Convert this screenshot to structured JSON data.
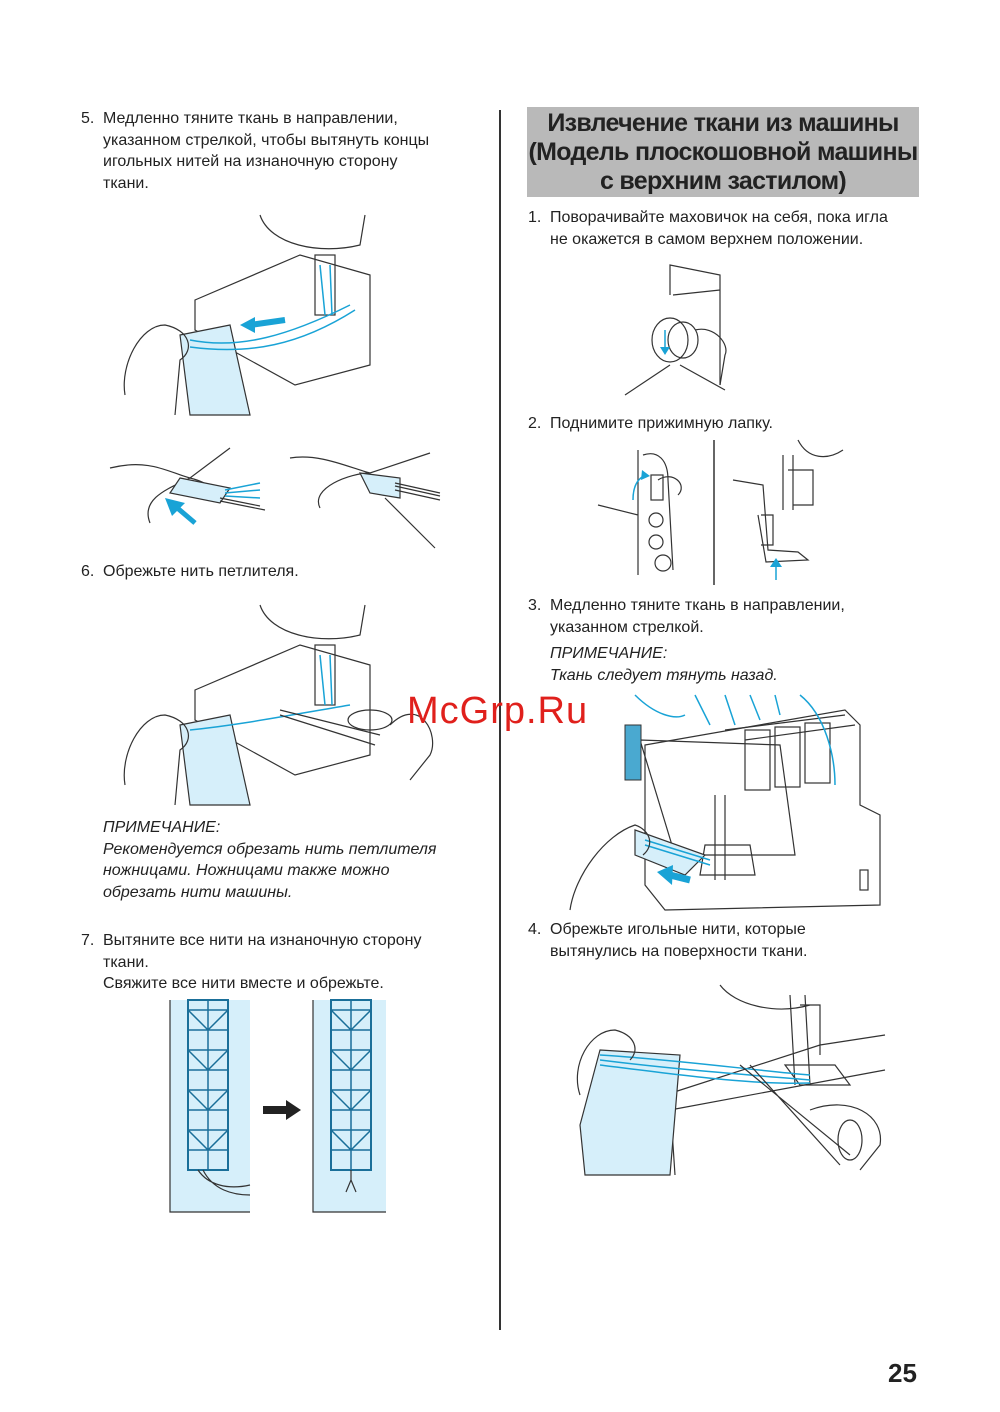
{
  "left": {
    "step5": {
      "num": "5.",
      "lines": [
        "Медленно тяните ткань в направлении,",
        "указанном стрелкой, чтобы вытянуть концы",
        "игольных нитей на изнаночную сторону",
        "ткани."
      ]
    },
    "step6": {
      "num": "6.",
      "text": "Обрежьте нить петлителя."
    },
    "note6": {
      "title": "ПРИМЕЧАНИЕ:",
      "lines": [
        "Рекомендуется обрезать нить петлителя",
        "ножницами. Ножницами также можно",
        "обрезать нити машины."
      ]
    },
    "step7": {
      "num": "7.",
      "lines": [
        "Вытяните все нити на изнаночную сторону",
        "ткани.",
        "Свяжите все нити вместе и обрежьте."
      ]
    }
  },
  "right": {
    "heading": [
      "Извлечение ткани из машины",
      "(Модель плоскошовной машины",
      "с верхним застилом)"
    ],
    "step1": {
      "num": "1.",
      "lines": [
        "Поворачивайте маховичок на себя, пока игла",
        "не окажется в самом верхнем положении."
      ]
    },
    "step2": {
      "num": "2.",
      "text": "Поднимите прижимную лапку."
    },
    "step3": {
      "num": "3.",
      "lines": [
        "Медленно тяните ткань в направлении,",
        "указанном стрелкой."
      ]
    },
    "note3": {
      "title": "ПРИМЕЧАНИЕ:",
      "text": "Ткань следует тянуть назад."
    },
    "step4": {
      "num": "4.",
      "lines": [
        "Обрежьте игольные нити, которые",
        "вытянулись на поверхности ткани."
      ]
    }
  },
  "watermark": "McGrp.Ru",
  "page_number": "25",
  "colors": {
    "thread": "#19a3d6",
    "fabric": "#d6effa",
    "heading_bg": "#b9b9b9",
    "watermark": "#e0201c"
  }
}
